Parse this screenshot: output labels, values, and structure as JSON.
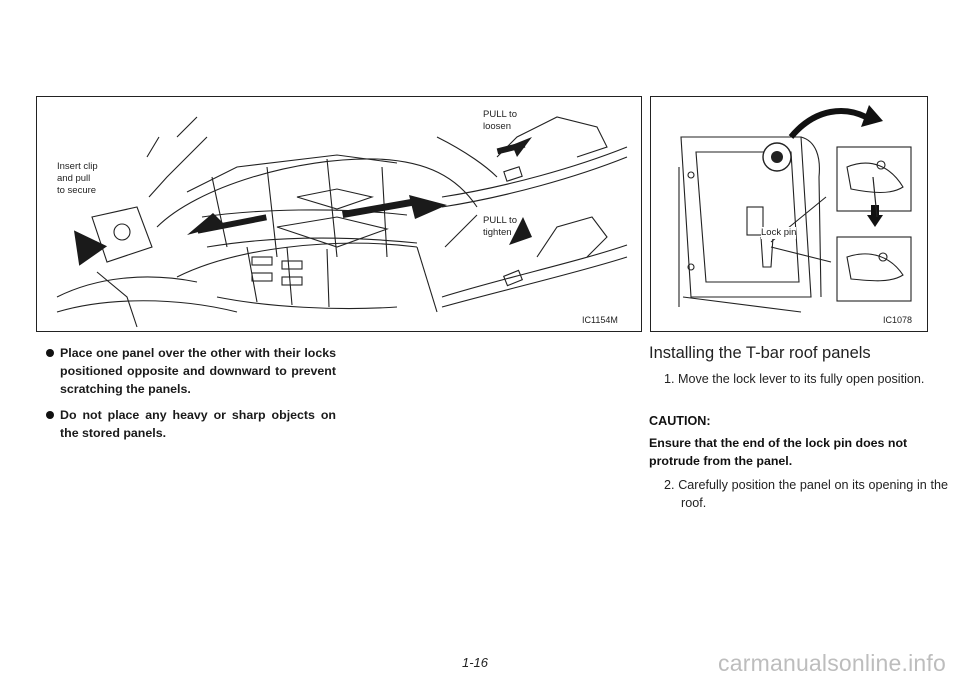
{
  "figure_left": {
    "label_insert": "Insert clip\nand pull\nto secure",
    "label_loosen": "PULL to\nloosen",
    "label_tighten": "PULL to\ntighten",
    "code": "IC1154M"
  },
  "figure_right": {
    "label_lockpin": "Lock pin",
    "code": "IC1078"
  },
  "left_column": {
    "bullets": [
      "Place one panel over the other with their locks positioned opposite and downward to prevent scratching the panels.",
      "Do not place any heavy or sharp objects on the stored panels."
    ]
  },
  "right_column": {
    "title": "Installing the T-bar roof panels",
    "step1": "1. Move the lock lever to its fully open position.",
    "caution_label": "CAUTION:",
    "caution_text": "Ensure that the end of the lock pin does not protrude from the panel.",
    "step2": "2. Carefully position the panel on its opening in the roof."
  },
  "page_number": "1-16",
  "watermark": "carmanualsonline.info"
}
